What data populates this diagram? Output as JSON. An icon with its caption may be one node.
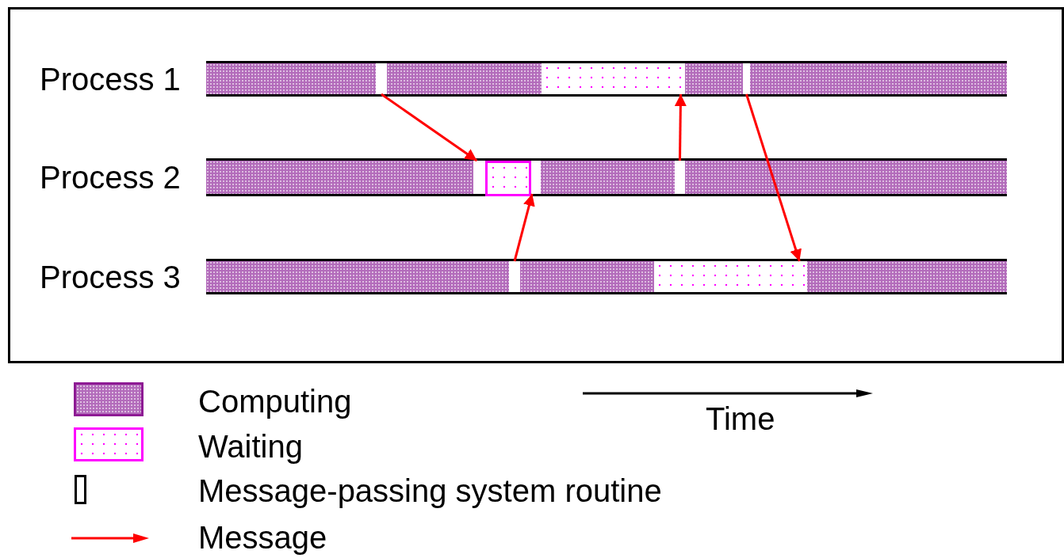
{
  "diagram": {
    "nodes": [
      {
        "text": [
          "Process 1"
        ]
      },
      {
        "text": [
          "Process 2"
        ]
      },
      {
        "text": [
          "Process 3"
        ]
      },
      {
        "text": [],
        "shape": "box",
        "in": 0
      },
      {
        "text": [],
        "shape": "box",
        "in": 0
      },
      {
        "text": [],
        "shape": "box",
        "in": 0
      },
      {
        "text": [],
        "shape": "box",
        "in": 1
      },
      {
        "text": [],
        "shape": "box",
        "in": 1
      },
      {
        "text": [],
        "shape": "box",
        "in": 1
      },
      {
        "text": [],
        "shape": "box",
        "in": 1
      },
      {
        "text": [],
        "shape": "box",
        "in": 2
      },
      {
        "text": [],
        "shape": "box",
        "in": 2
      }
    ],
    "edges": [
      {
        "from": 3,
        "to": 6,
        "arrow": "to"
      },
      {
        "from": 10,
        "to": 8,
        "arrow": "to"
      },
      {
        "from": 9,
        "to": 4,
        "arrow": "to"
      },
      {
        "from": 5,
        "to": 11,
        "arrow": "to"
      }
    ],
    "labels": [
      "Time"
    ],
    "legend": [
      {
        "text": "Computing",
        "color": "#b36cbb"
      },
      {
        "text": "Waiting"
      },
      {
        "text": "Message-passing system routine"
      },
      {
        "text": "Message"
      }
    ]
  }
}
